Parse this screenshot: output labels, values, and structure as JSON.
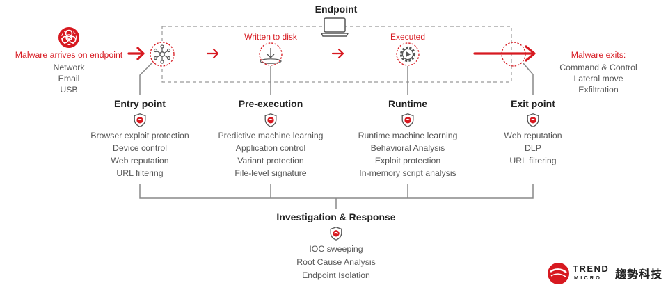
{
  "endpoint": {
    "title": "Endpoint"
  },
  "stages": {
    "written_to_disk": "Written to disk",
    "executed": "Executed"
  },
  "arrival": {
    "title": "Malware arrives on endpoint",
    "items": [
      "Network",
      "Email",
      "USB"
    ]
  },
  "exit": {
    "title": "Malware exits:",
    "items": [
      "Command & Control",
      "Lateral move",
      "Exfiltration"
    ]
  },
  "phases": [
    {
      "title": "Entry point",
      "items": [
        "Browser exploit protection",
        "Device control",
        "Web reputation",
        "URL filtering"
      ]
    },
    {
      "title": "Pre-execution",
      "items": [
        "Predictive machine learning",
        "Application control",
        "Variant protection",
        "File-level signature"
      ]
    },
    {
      "title": "Runtime",
      "items": [
        "Runtime machine learning",
        "Behavioral Analysis",
        "Exploit protection",
        "In-memory script analysis"
      ]
    },
    {
      "title": "Exit point",
      "items": [
        "Web reputation",
        "DLP",
        "URL filtering"
      ]
    }
  ],
  "investigation": {
    "title": "Investigation & Response",
    "items": [
      "IOC sweeping",
      "Root Cause Analysis",
      "Endpoint Isolation"
    ]
  },
  "logo": {
    "word": "TREND",
    "sub": "MICRO",
    "cjk": "趨勢科技"
  },
  "colors": {
    "accent": "#d71920",
    "line": "#888888",
    "dash": "#999999",
    "text": "#555555",
    "title": "#222222"
  },
  "icons": [
    "biohazard-icon",
    "laptop-icon",
    "network-icon",
    "download-to-disk-icon",
    "gear-play-icon",
    "shield-icon",
    "trend-micro-logo"
  ]
}
